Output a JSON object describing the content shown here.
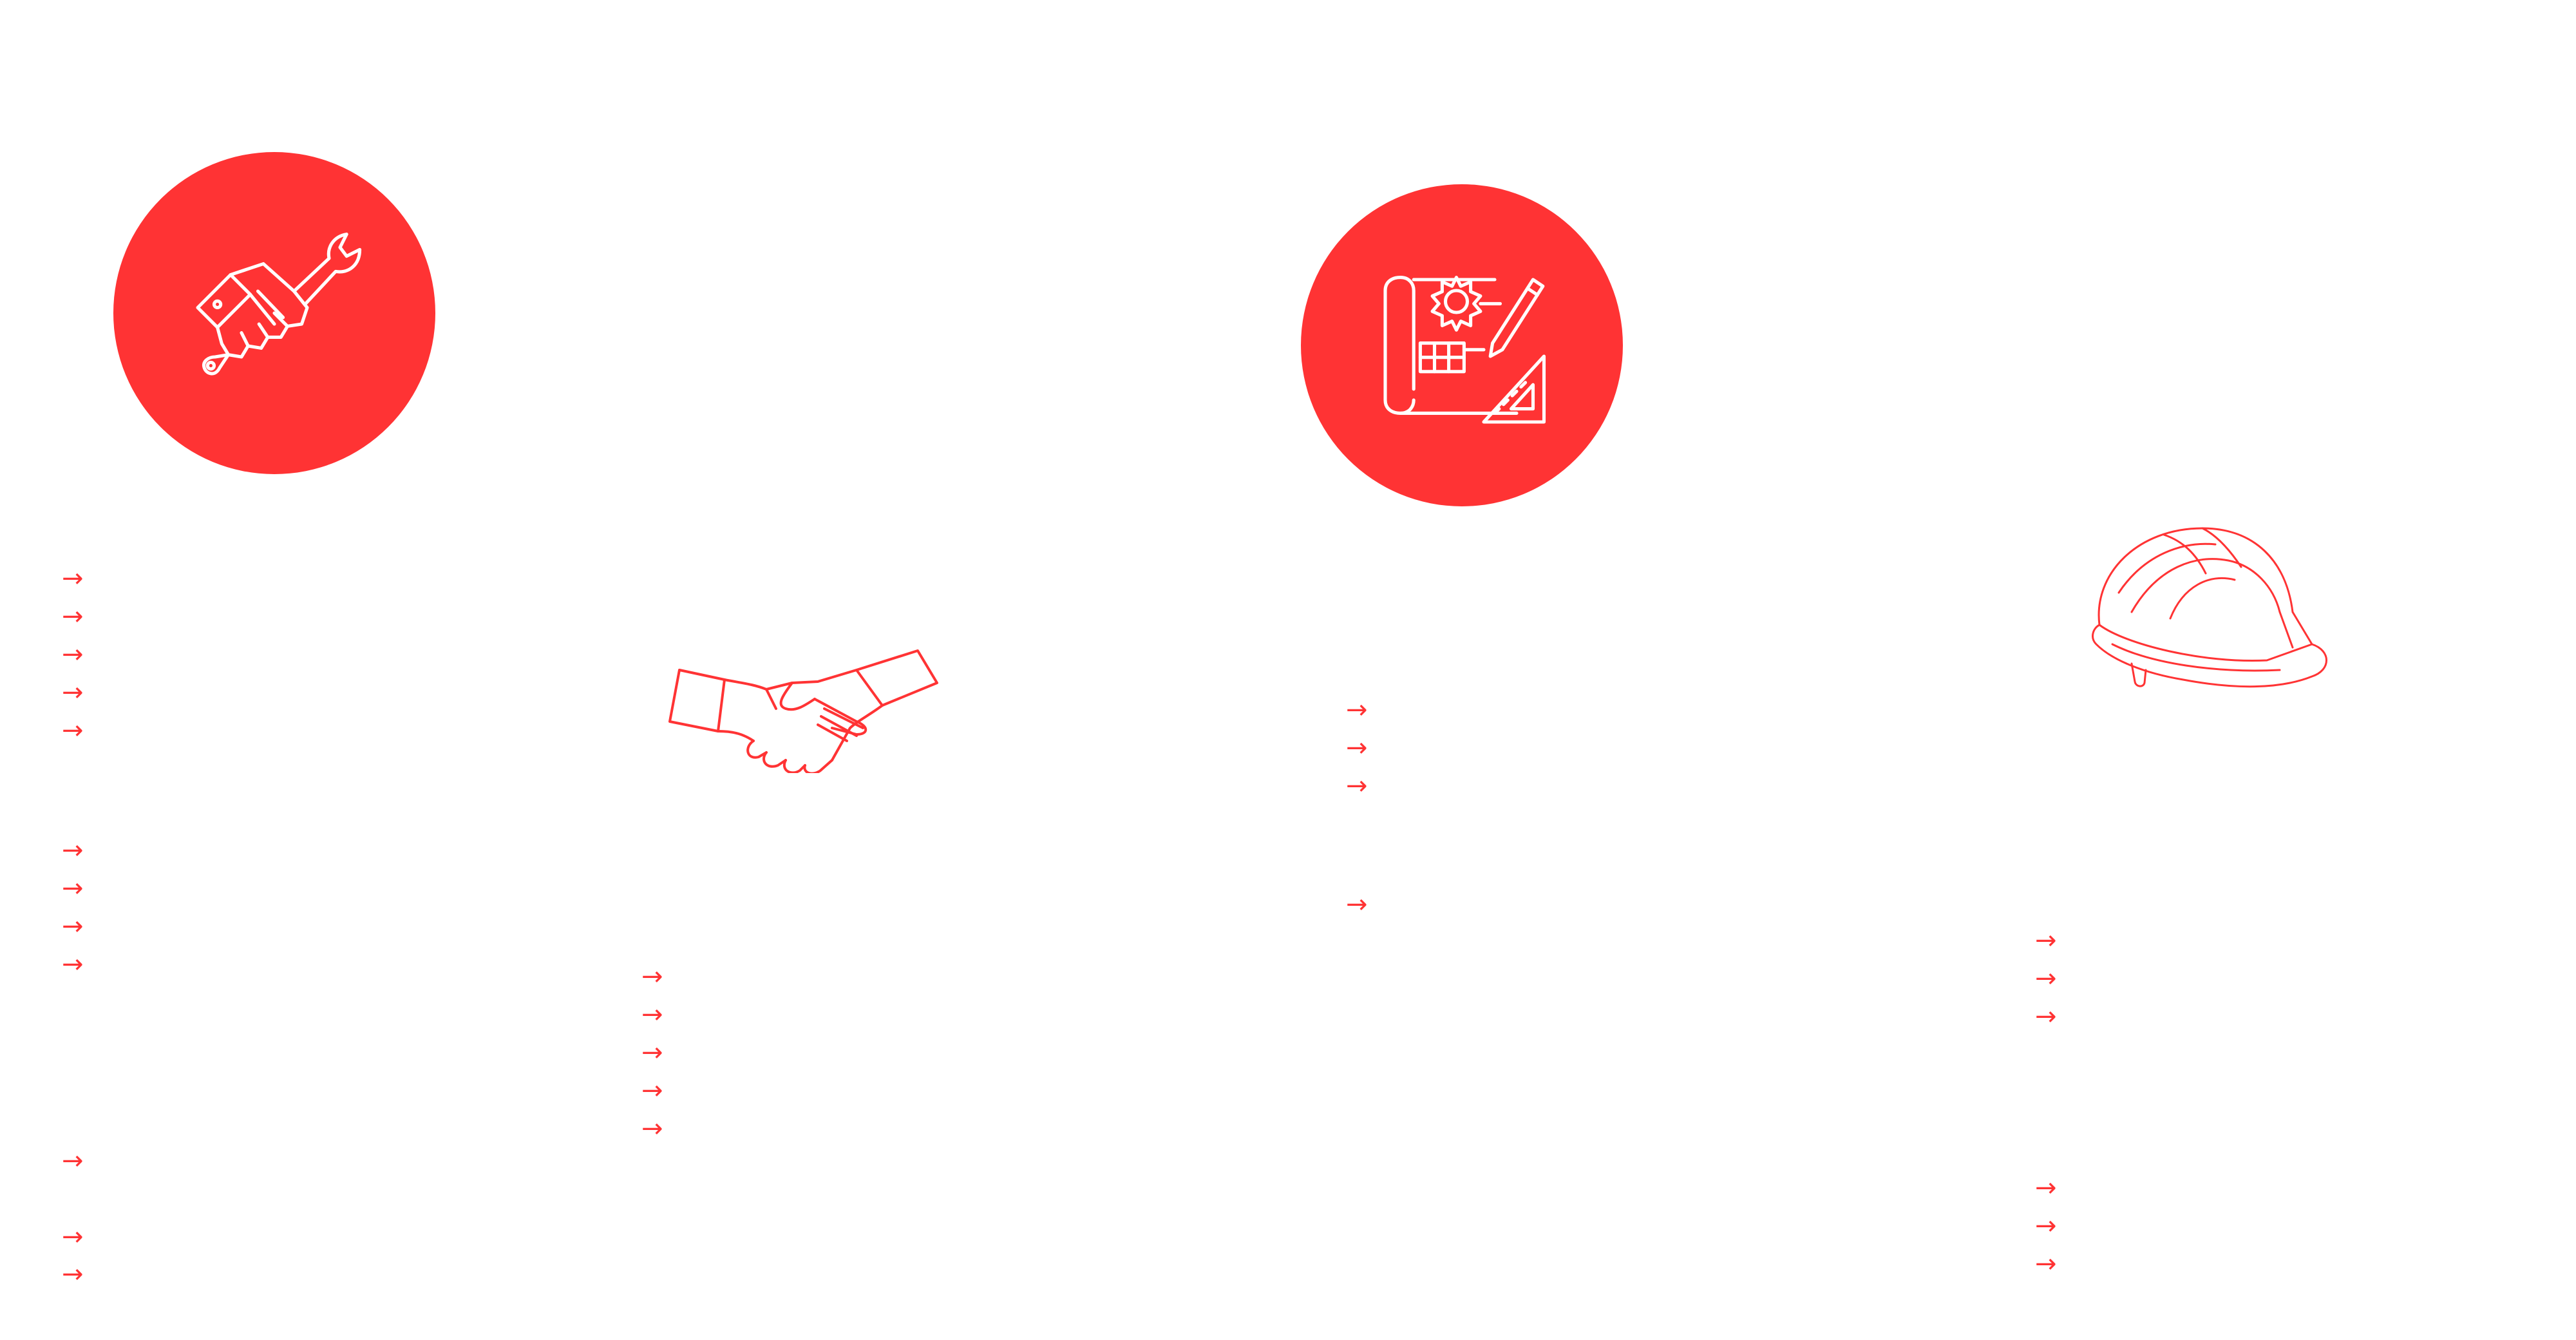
{
  "accent_color": "#ff3334",
  "icons": {
    "maintenance": "hand-wrench-icon",
    "handshake": "handshake-icon",
    "design": "blueprint-gear-pencil-icon",
    "helmet": "hard-hat-icon"
  },
  "arrow_glyph": "→",
  "columns": [
    {
      "name": "column-1-group-1",
      "items": [
        "",
        "",
        "",
        "",
        ""
      ]
    },
    {
      "name": "column-1-group-2",
      "items": [
        "",
        "",
        "",
        ""
      ]
    },
    {
      "name": "column-1-group-3",
      "items": [
        "",
        "",
        ""
      ]
    },
    {
      "name": "column-2-group-1",
      "items": [
        "",
        "",
        "",
        "",
        ""
      ]
    },
    {
      "name": "column-3-group-1",
      "items": [
        "",
        "",
        ""
      ]
    },
    {
      "name": "column-3-group-2",
      "items": [
        ""
      ]
    },
    {
      "name": "column-4-group-1",
      "items": [
        "",
        "",
        ""
      ]
    },
    {
      "name": "column-4-group-2",
      "items": [
        "",
        "",
        ""
      ]
    }
  ]
}
